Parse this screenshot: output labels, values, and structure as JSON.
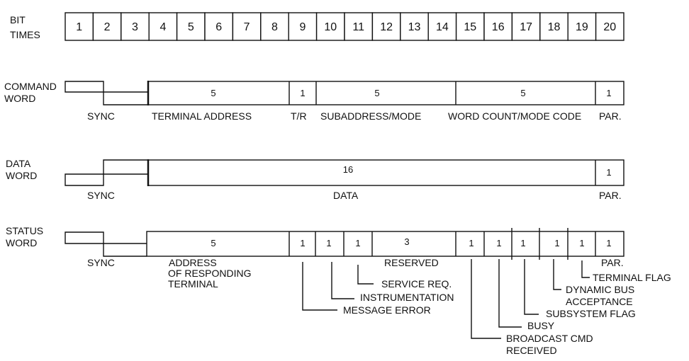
{
  "bit_times": {
    "label_line1": "BIT",
    "label_line2": "TIMES",
    "bits": [
      "1",
      "2",
      "3",
      "4",
      "5",
      "6",
      "7",
      "8",
      "9",
      "10",
      "11",
      "12",
      "13",
      "14",
      "15",
      "16",
      "17",
      "18",
      "19",
      "20"
    ]
  },
  "command_word": {
    "label_line1": "COMMAND",
    "label_line2": "WORD",
    "sync": "SYNC",
    "fields": [
      {
        "bits": "5",
        "name": "TERMINAL ADDRESS"
      },
      {
        "bits": "1",
        "name": "T/R"
      },
      {
        "bits": "5",
        "name": "SUBADDRESS/MODE"
      },
      {
        "bits": "5",
        "name": "WORD COUNT/MODE CODE"
      },
      {
        "bits": "1",
        "name": "PAR."
      }
    ]
  },
  "data_word": {
    "label_line1": "DATA",
    "label_line2": "WORD",
    "sync": "SYNC",
    "fields": [
      {
        "bits": "16",
        "name": "DATA"
      },
      {
        "bits": "1",
        "name": "PAR."
      }
    ]
  },
  "status_word": {
    "label_line1": "STATUS",
    "label_line2": "WORD",
    "sync": "SYNC",
    "address_bits": "5",
    "address_line1": "ADDRESS",
    "address_line2": "OF RESPONDING",
    "address_line3": "TERMINAL",
    "reserved_bits": "3",
    "reserved": "RESERVED",
    "one": "1",
    "par": "PAR.",
    "flags": {
      "message_error": "MESSAGE ERROR",
      "instrumentation": "INSTRUMENTATION",
      "service_req": "SERVICE REQ.",
      "broadcast_line1": "BROADCAST CMD",
      "broadcast_line2": "RECEIVED",
      "busy": "BUSY",
      "subsystem_flag": "SUBSYSTEM FLAG",
      "dynamic_line1": "DYNAMIC BUS",
      "dynamic_line2": "ACCEPTANCE",
      "terminal_flag": "TERMINAL FLAG"
    }
  }
}
